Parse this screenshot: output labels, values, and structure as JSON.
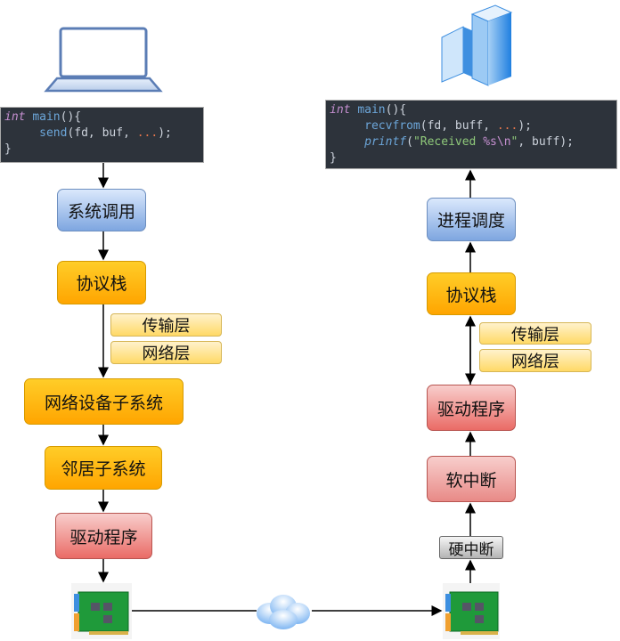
{
  "sender": {
    "code": {
      "l1_kw": "int",
      "l1_fn": "main",
      "l1_rest": "(){",
      "l2_fn": "send",
      "l2_args": "(fd, buf, ",
      "l2_dots": "...",
      "l2_end": ");",
      "l3": "}"
    },
    "steps": [
      "系统调用",
      "协议栈",
      "网络设备子系统",
      "邻居子系统",
      "驱动程序"
    ],
    "layers": [
      "传输层",
      "网络层"
    ]
  },
  "receiver": {
    "code": {
      "l1_kw": "int",
      "l1_fn": "main",
      "l1_rest": "(){",
      "l2_fn": "recvfrom",
      "l2_args": "(fd, buff, ",
      "l2_dots": "...",
      "l2_end": ");",
      "l3_fn": "printf",
      "l3_open": "(",
      "l3_str1": "\"Received ",
      "l3_fmt": "%s\\n",
      "l3_str2": "\"",
      "l3_rest": ", buff);",
      "l4": "}"
    },
    "steps": [
      "进程调度",
      "协议栈",
      "驱动程序",
      "软中断",
      "硬中断"
    ],
    "layers": [
      "传输层",
      "网络层"
    ]
  },
  "icons": {
    "sender": "laptop-icon",
    "receiver": "server-icon",
    "network": "cloud-icon",
    "nic": "network-card-icon"
  },
  "colors": {
    "blue": "#7ea6e0",
    "orange": "#ffa500",
    "yellow": "#ffd966",
    "red": "#ea6b66",
    "grey": "#b3b3b3",
    "code_bg": "#2d333b"
  }
}
